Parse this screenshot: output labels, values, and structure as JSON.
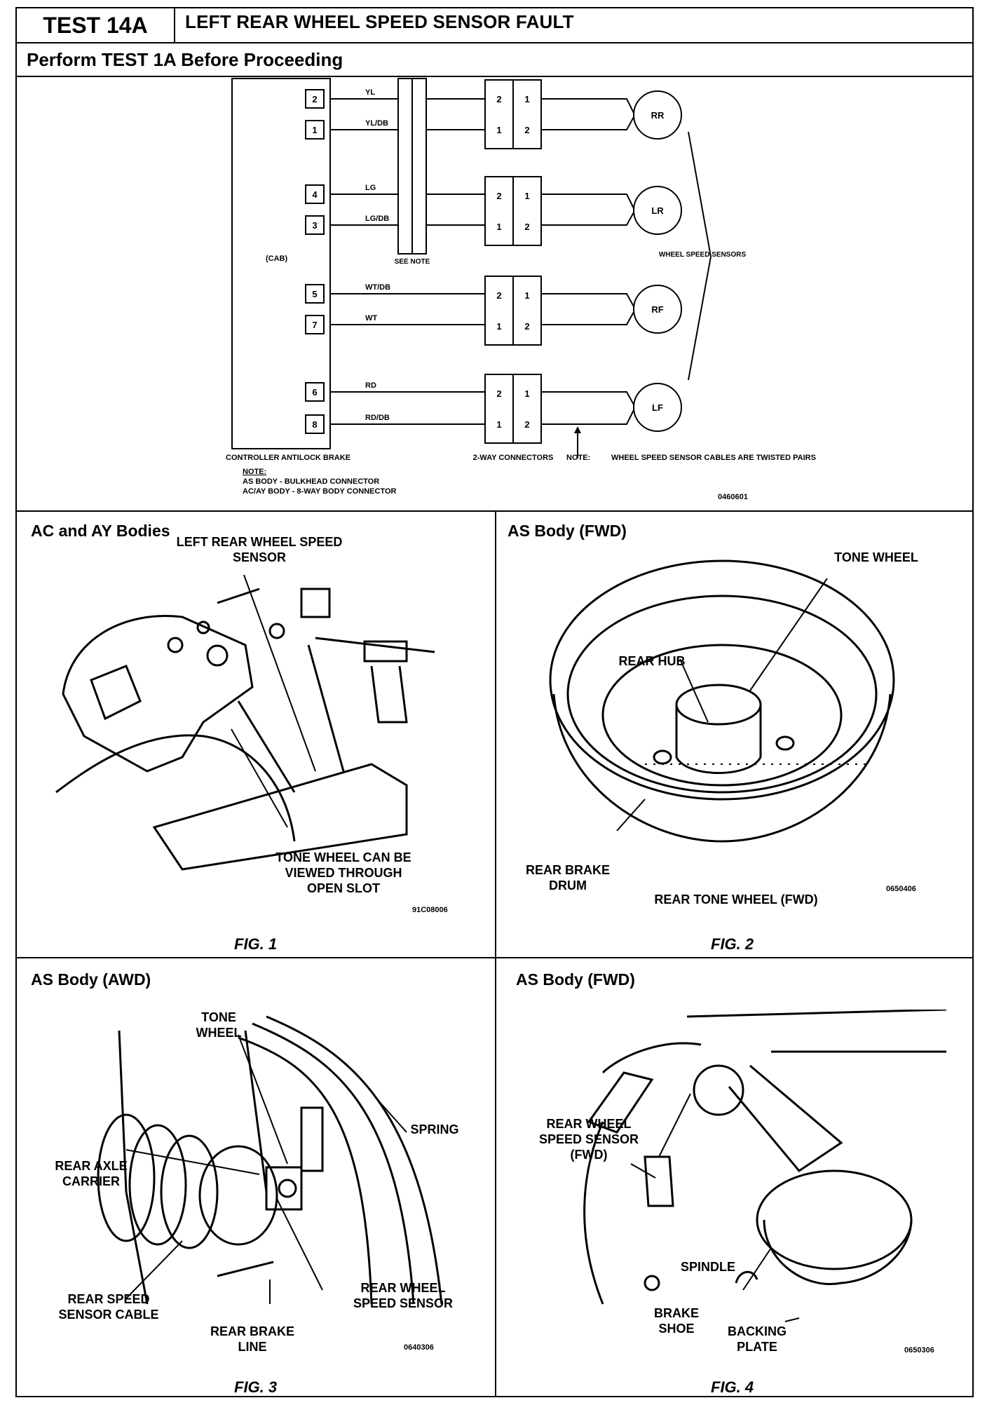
{
  "header": {
    "test_id": "TEST 14A",
    "title": "LEFT REAR WHEEL SPEED SENSOR FAULT",
    "subtitle": "Perform TEST 1A Before Proceeding"
  },
  "wiring": {
    "cab_label": "(CAB)",
    "controller_label": "CONTROLLER ANTILOCK BRAKE",
    "see_note": "SEE NOTE",
    "pins": [
      "2",
      "1",
      "4",
      "3",
      "5",
      "7",
      "6",
      "8"
    ],
    "wires": [
      "YL",
      "YL/DB",
      "LG",
      "LG/DB",
      "WT/DB",
      "WT",
      "RD",
      "RD/DB"
    ],
    "connector_left": [
      "2",
      "1",
      "2",
      "1",
      "2",
      "1",
      "2",
      "1"
    ],
    "connector_right": [
      "1",
      "2",
      "1",
      "2",
      "1",
      "2",
      "1",
      "2"
    ],
    "sensors": [
      "RR",
      "LR",
      "RF",
      "LF"
    ],
    "wheel_speed_sensors": "WHEEL SPEED SENSORS",
    "connectors_label": "2-WAY CONNECTORS",
    "note_label": "NOTE:",
    "note_text": "WHEEL SPEED SENSOR CABLES ARE TWISTED PAIRS",
    "note_heading": "NOTE:",
    "note_line1": "AS BODY - BULKHEAD CONNECTOR",
    "note_line2": "AC/AY BODY - 8-WAY BODY CONNECTOR",
    "code": "0460601"
  },
  "fig1": {
    "title": "AC and AY Bodies",
    "label_sensor": "LEFT REAR WHEEL SPEED SENSOR",
    "label_tone": "TONE WHEEL CAN BE VIEWED THROUGH OPEN SLOT",
    "code": "91C08006",
    "caption": "FIG. 1"
  },
  "fig2": {
    "title": "AS Body (FWD)",
    "label_tone": "TONE WHEEL",
    "label_hub": "REAR HUB",
    "label_drum": "REAR BRAKE DRUM",
    "label_bottom": "REAR TONE WHEEL (FWD)",
    "code": "0650406",
    "caption": "FIG. 2"
  },
  "fig3": {
    "title": "AS Body (AWD)",
    "label_tone": "TONE WHEEL",
    "label_spring": "SPRING",
    "label_carrier": "REAR AXLE CARRIER",
    "label_cable": "REAR SPEED SENSOR CABLE",
    "label_line": "REAR BRAKE LINE",
    "label_sensor": "REAR WHEEL SPEED SENSOR",
    "code": "0640306",
    "caption": "FIG. 3"
  },
  "fig4": {
    "title": "AS Body (FWD)",
    "label_sensor": "REAR WHEEL SPEED SENSOR (FWD)",
    "label_spindle": "SPINDLE",
    "label_shoe": "BRAKE SHOE",
    "label_plate": "BACKING PLATE",
    "code": "0650306",
    "caption": "FIG. 4"
  }
}
